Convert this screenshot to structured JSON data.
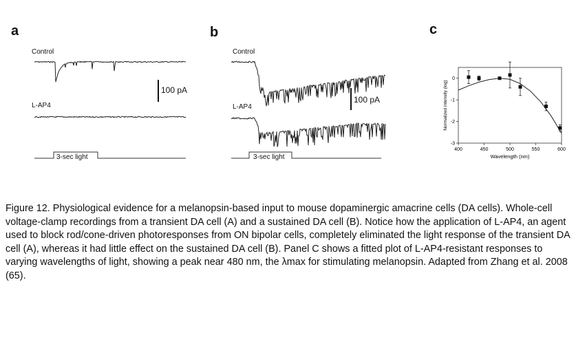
{
  "panels": {
    "a": {
      "letter": "a",
      "control_label": "Control",
      "lap4_label": "L-AP4",
      "scale_bar_label": "100 pA",
      "stimulus_label": "3-sec light"
    },
    "b": {
      "letter": "b",
      "control_label": "Control",
      "lap4_label": "L-AP4",
      "scale_bar_label": "100 pA",
      "stimulus_label": "3-sec light"
    },
    "c": {
      "letter": "c"
    }
  },
  "chart_data": {
    "type": "scatter",
    "title": "",
    "xlabel": "Wavelength (nm)",
    "ylabel": "Normalized intensity (log)",
    "xlim": [
      400,
      600
    ],
    "ylim": [
      -3,
      0.5
    ],
    "x_ticks": [
      "400",
      "450",
      "500",
      "550",
      "600"
    ],
    "y_ticks": [
      "0",
      "-1",
      "-2",
      "-3"
    ],
    "grid": false,
    "series": [
      {
        "name": "",
        "x": [
          420,
          440,
          480,
          500,
          520,
          570,
          597
        ],
        "y": [
          0.05,
          0.0,
          0.0,
          0.15,
          -0.4,
          -1.3,
          -2.3
        ],
        "error": [
          0.3,
          0.1,
          0.05,
          0.6,
          0.4,
          0.2,
          0.15
        ]
      },
      {
        "name": "",
        "type": "line",
        "x": [
          400,
          420,
          440,
          460,
          480,
          500,
          520,
          540,
          560,
          580,
          600
        ],
        "y": [
          -0.55,
          -0.35,
          -0.18,
          -0.06,
          0.0,
          -0.05,
          -0.25,
          -0.6,
          -1.1,
          -1.75,
          -2.55
        ]
      }
    ]
  },
  "caption": {
    "text": "Figure 12. Physiological evidence for a melanopsin-based input to mouse dopaminergic amacrine cells (DA cells). Whole-cell voltage-clamp recordings from a transient DA cell (A) and a sustained DA cell (B). Notice how the application of L-AP4, an agent used to block rod/cone-driven photoresponses from ON bipolar cells, completely eliminated the light response of the transient DA cell (A), whereas it had little effect on the sustained DA cell (B). Panel C shows a fitted plot of L-AP4-resistant responses to varying wavelengths of light, showing a peak near 480 nm, the λmax for stimulating melanopsin. Adapted from Zhang et al. 2008 (65)."
  }
}
